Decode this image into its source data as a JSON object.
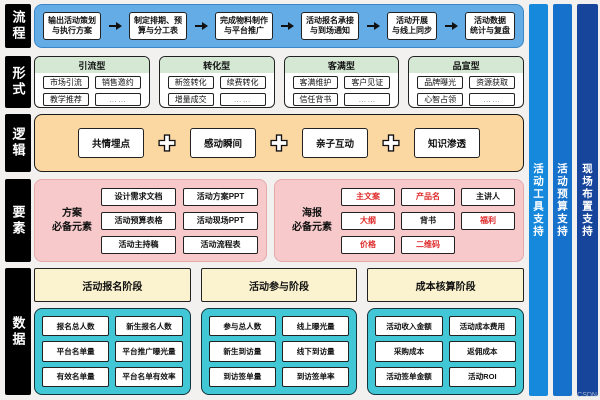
{
  "rows": {
    "process": {
      "label": "流程",
      "steps": [
        {
          "line1": "输出活动策划",
          "line2": "与执行方案"
        },
        {
          "line1": "制定排期、预",
          "line2": "算与分工表"
        },
        {
          "line1": "完成物料制作",
          "line2": "与平台推广"
        },
        {
          "line1": "活动报名承接",
          "line2": "与到场通知"
        },
        {
          "line1": "活动开展",
          "line2": "与线上同步"
        },
        {
          "line1": "活动数据",
          "line2": "统计与复盘"
        }
      ]
    },
    "form": {
      "label": "形式",
      "groups": [
        {
          "title": "引流型",
          "items": [
            "市场引流",
            "销售邀约",
            "教学推荐",
            "……"
          ]
        },
        {
          "title": "转化型",
          "items": [
            "新签转化",
            "续费转化",
            "增量成交",
            "……"
          ]
        },
        {
          "title": "客满型",
          "items": [
            "客满维护",
            "客户见证",
            "信任背书",
            "……"
          ]
        },
        {
          "title": "品宣型",
          "items": [
            "品牌曝光",
            "资源获取",
            "心智占领",
            "……"
          ]
        }
      ]
    },
    "logic": {
      "label": "逻辑",
      "items": [
        "共情埋点",
        "感动瞬间",
        "亲子互动",
        "知识渗透"
      ]
    },
    "elements": {
      "label": "要素",
      "plan": {
        "title_line1": "方案",
        "title_line2": "必备元素",
        "items": [
          "设计需求文档",
          "活动方案PPT",
          "活动预算表格",
          "活动现场PPT",
          "活动主持稿",
          "活动流程表"
        ]
      },
      "poster": {
        "title_line1": "海报",
        "title_line2": "必备元素",
        "items": [
          {
            "text": "主文案",
            "red": true
          },
          {
            "text": "产品名",
            "red": true
          },
          {
            "text": "主讲人",
            "red": false
          },
          {
            "text": "大纲",
            "red": true
          },
          {
            "text": "背书",
            "red": false
          },
          {
            "text": "福利",
            "red": true
          },
          {
            "text": "价格",
            "red": true
          },
          {
            "text": "二维码",
            "red": true
          }
        ]
      }
    },
    "data": {
      "label": "数据",
      "stages": [
        {
          "title": "活动报名阶段",
          "items": [
            "报名总人数",
            "新生报名人数",
            "平台名单量",
            "平台推广曝光量",
            "有效名单量",
            "平台名单有效率"
          ]
        },
        {
          "title": "活动参与阶段",
          "items": [
            "参与总人数",
            "线上曝光量",
            "新生到访量",
            "线下到访量",
            "到访签单量",
            "到访签单率"
          ]
        },
        {
          "title": "成本核算阶段",
          "items": [
            "活动收入金额",
            "活动成本费用",
            "采购成本",
            "返佣成本",
            "活动签单金额",
            "活动ROI"
          ]
        }
      ]
    }
  },
  "sidebars": [
    {
      "label": "活动工具支持",
      "color": "#1789DC"
    },
    {
      "label": "活动预算支持",
      "color": "#1571CB"
    },
    {
      "label": "现场布置支持",
      "color": "#17459B"
    }
  ],
  "watermark": "CSDN",
  "colors": {
    "process_bg": "#63ACE5",
    "form_header_bg": "#D5E8D4",
    "logic_bg": "#FBD7A2",
    "elements_bg": "#F8C9CB",
    "data_bg": "#41C7D6",
    "stage_header_bg": "#FBF3CF",
    "highlight_red": "#E02B2B",
    "row_label_bg": "#000000"
  }
}
